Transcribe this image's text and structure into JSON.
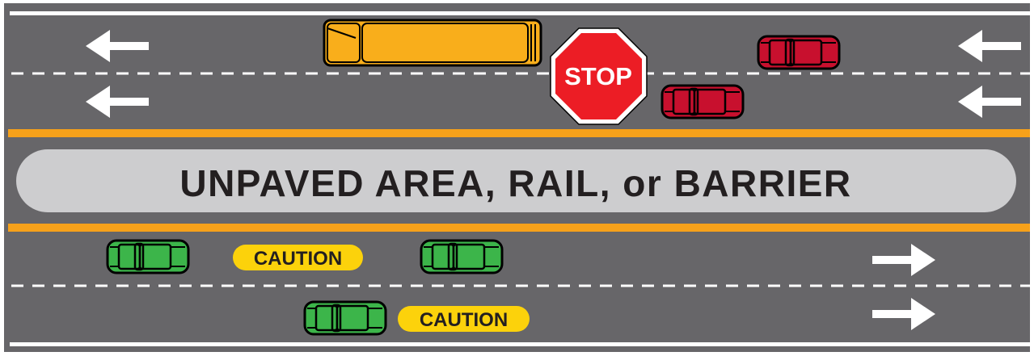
{
  "median": {
    "label": "UNPAVED AREA, RAIL, or BARRIER"
  },
  "stop_sign": {
    "label": "STOP"
  },
  "caution_signs": [
    {
      "label": "CAUTION"
    },
    {
      "label": "CAUTION"
    }
  ],
  "colors": {
    "road": "#676669",
    "lane_line": "#ffffff",
    "center_line": "#f6a11a",
    "median": "#cdcdcf",
    "median_text": "#231f20",
    "school_bus": "#f9ae1b",
    "stop_sign": "#ec1d25",
    "stopped_cars": "#c8102e",
    "caution_cars": "#3cb54a",
    "caution_badge": "#fcd20b"
  },
  "icons": {
    "top_lanes_direction": "arrow-left-icon",
    "bottom_lanes_direction": "arrow-right-icon"
  }
}
